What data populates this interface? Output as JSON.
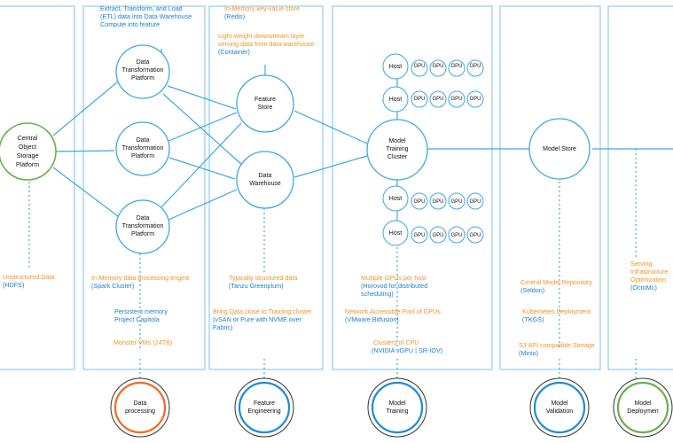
{
  "colors": {
    "blue": "#3fa9dd",
    "orange": "#f39325",
    "green": "#6ab04c",
    "text_blue": "#1d7fc7"
  },
  "central": {
    "label": [
      "Central",
      "Object",
      "Storage",
      "Platform"
    ],
    "note_orange": "Unstructured Data",
    "note_blue": "(HDFS)"
  },
  "dtp": {
    "label": [
      "Data",
      "Transformation",
      "Platform"
    ]
  },
  "columns": {
    "c1": {
      "top_blue": [
        "Extract, Transform, and Load",
        "(ETL) data into Data Warehouse",
        "Compute into feature"
      ],
      "n1_orange": "In-Memory data processing engine",
      "n1_blue": "(Spark Cluster)",
      "n2_blue": [
        "Persistent memory",
        "Project Capitola"
      ],
      "n3_orange": "Monster VMs (24TB)"
    },
    "c2": {
      "top_orange": "In-Memory key-value store",
      "top_blue": "(Redis)",
      "top2_orange": [
        "Light-weight downstream layer",
        "serving data from data warehouse"
      ],
      "top2_blue": "(Container)",
      "feature_store": [
        "Feature",
        "Store"
      ],
      "data_warehouse": [
        "Data",
        "Warehouse"
      ],
      "n1_orange": "Typically structured data",
      "n1_blue": "(Tanzu Greenplum)",
      "n2_orange": "Bring Data close to Training cluster",
      "n2_blue": [
        "(vSAN or Pure with NVME over",
        "Fabric)"
      ]
    },
    "c3": {
      "cluster": [
        "Model",
        "Training",
        "Cluster"
      ],
      "host": "Host",
      "gpu": "GPU",
      "n1_orange": "Multiple GPUs per host",
      "n1_blue": [
        "(Horovod for distributed",
        "scheduling)"
      ],
      "n2_orange": "Network Accessible Pool of GPUs",
      "n2_blue": "(VMware Bitfusion)",
      "n3_orange": "Clusters of CPU",
      "n3_blue": "(NVIDIA vGPU | SR-IOV)"
    },
    "c4": {
      "store": "Model Store",
      "n1_orange": "Central Model Repository",
      "n1_blue": "(Seldon)",
      "n2_orange": "Kubernetes Deployment",
      "n2_blue": "(TKGS)",
      "n3_orange": "S3 API compatible Storage",
      "n3_blue": "(Minio)"
    },
    "c5": {
      "n1_orange": [
        "Serving",
        "Infrastructure",
        "Optimization"
      ],
      "n1_blue": "(OctoML)"
    }
  },
  "badges": {
    "processing": [
      "Data",
      "processing"
    ],
    "feature": [
      "Feature",
      "Engineering"
    ],
    "training": [
      "Model",
      "Training"
    ],
    "validation": [
      "Model",
      "Validation"
    ],
    "deployment": [
      "Model",
      "Deploymen"
    ]
  }
}
